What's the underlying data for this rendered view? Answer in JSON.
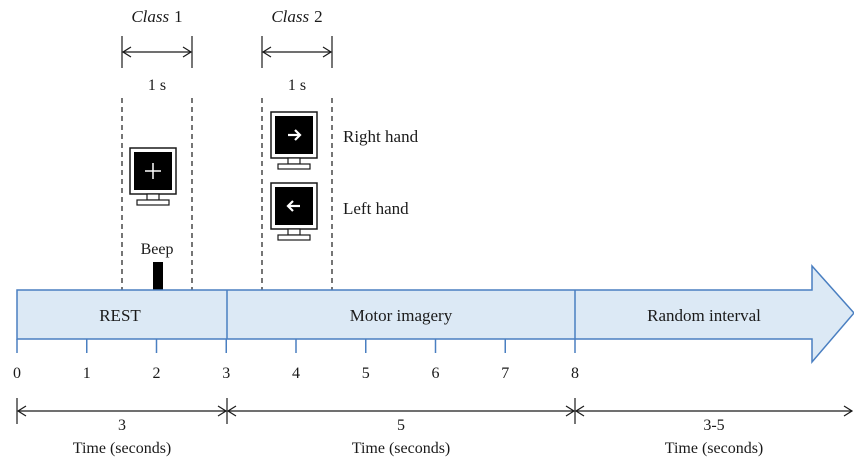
{
  "class1": {
    "title": "Class",
    "num": "1",
    "duration": "1 s"
  },
  "class2": {
    "title": "Class",
    "num": "2",
    "duration": "1 s"
  },
  "cue_labels": {
    "right": "Right hand",
    "left": "Left hand",
    "beep": "Beep"
  },
  "segments": [
    {
      "label": "REST",
      "span_value": "3",
      "span_unit": "Time (seconds)"
    },
    {
      "label": "Motor imagery",
      "span_value": "5",
      "span_unit": "Time (seconds)"
    },
    {
      "label": "Random interval",
      "span_value": "3-5",
      "span_unit": "Time (seconds)"
    }
  ],
  "ticks": [
    "0",
    "1",
    "2",
    "3",
    "4",
    "5",
    "6",
    "7",
    "8"
  ],
  "colors": {
    "arrow_fill": "#dce9f5",
    "arrow_stroke": "#4a7fc1",
    "screen": "#000000"
  }
}
